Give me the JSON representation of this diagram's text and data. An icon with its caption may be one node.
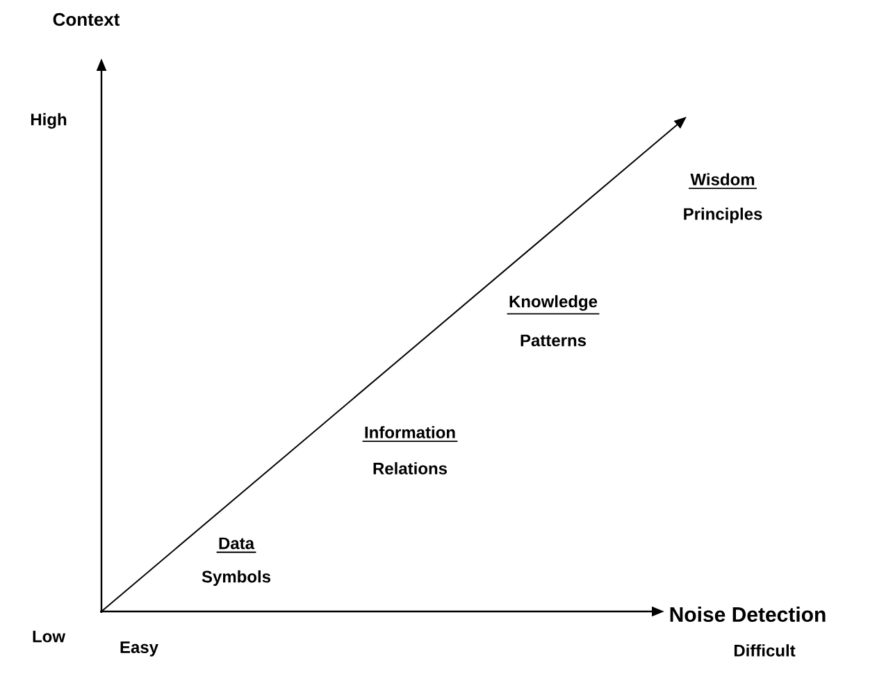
{
  "diagram": {
    "labels": [
      "Context",
      "High",
      "Wisdom",
      "Principles",
      "Knowledge",
      "Patterns",
      "Information",
      "Relations",
      "Data",
      "Symbols",
      "Noise Detection",
      "Low",
      "Easy",
      "Difficult"
    ]
  }
}
